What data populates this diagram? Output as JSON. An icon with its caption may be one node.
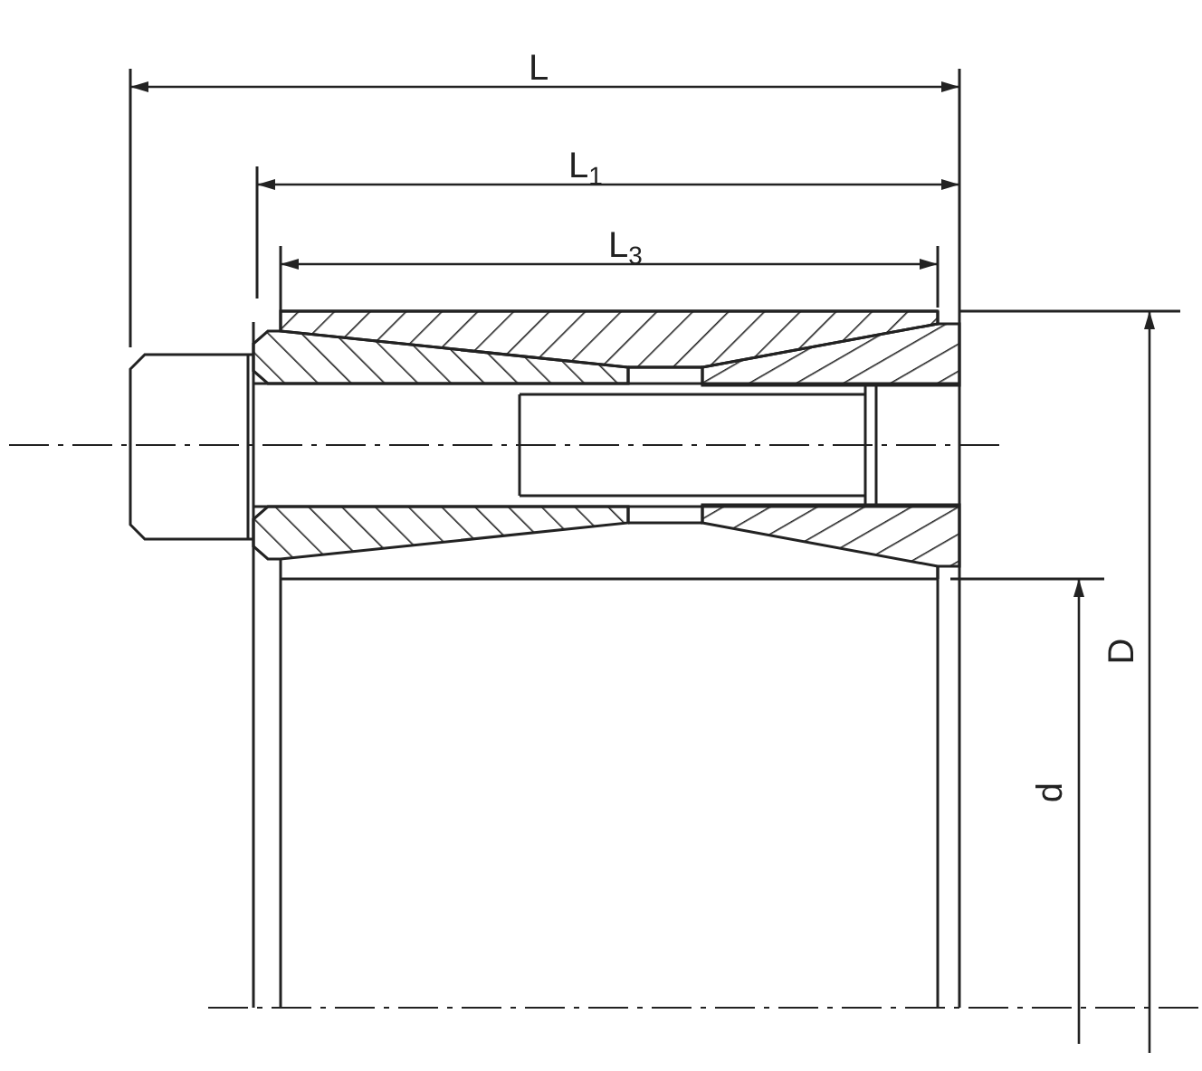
{
  "diagram": {
    "labels": [
      "L",
      "L$_{1}$",
      "L$_{3}$",
      "D",
      "d"
    ]
  }
}
